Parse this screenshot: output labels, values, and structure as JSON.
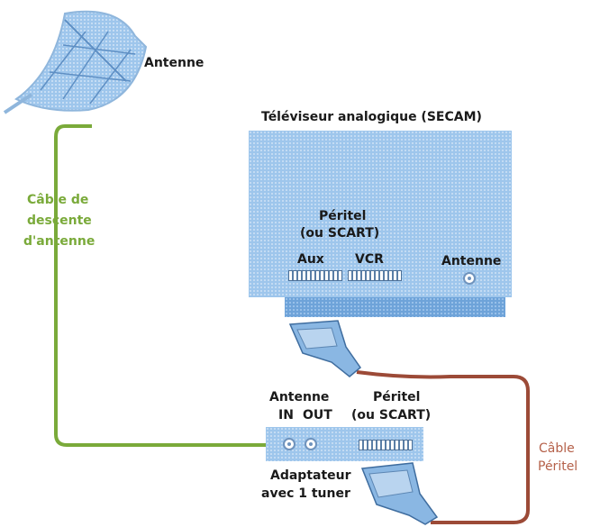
{
  "labels": {
    "antenna": "Antenne",
    "tv_title": "Téléviseur analogique (SECAM)",
    "tv_peritel_line1": "Péritel",
    "tv_peritel_line2": "(ou SCART)",
    "tv_aux": "Aux",
    "tv_vcr": "VCR",
    "tv_antenna": "Antenne",
    "cable_green_line1": "Câble de",
    "cable_green_line2": "descente",
    "cable_green_line3": "d'antenne",
    "adapter_antenna": "Antenne",
    "adapter_in": "IN",
    "adapter_out": "OUT",
    "adapter_peritel_line1": "Péritel",
    "adapter_peritel_line2": "(ou SCART)",
    "adapter_line1": "Adaptateur",
    "adapter_line2": "avec 1 tuner",
    "cable_peritel_line1": "Câble",
    "cable_peritel_line2": "Péritel"
  },
  "colors": {
    "antenna_cable": "#7aaa3a",
    "peritel_cable": "#9c4a37",
    "device_fill": "#9ec6ec"
  }
}
